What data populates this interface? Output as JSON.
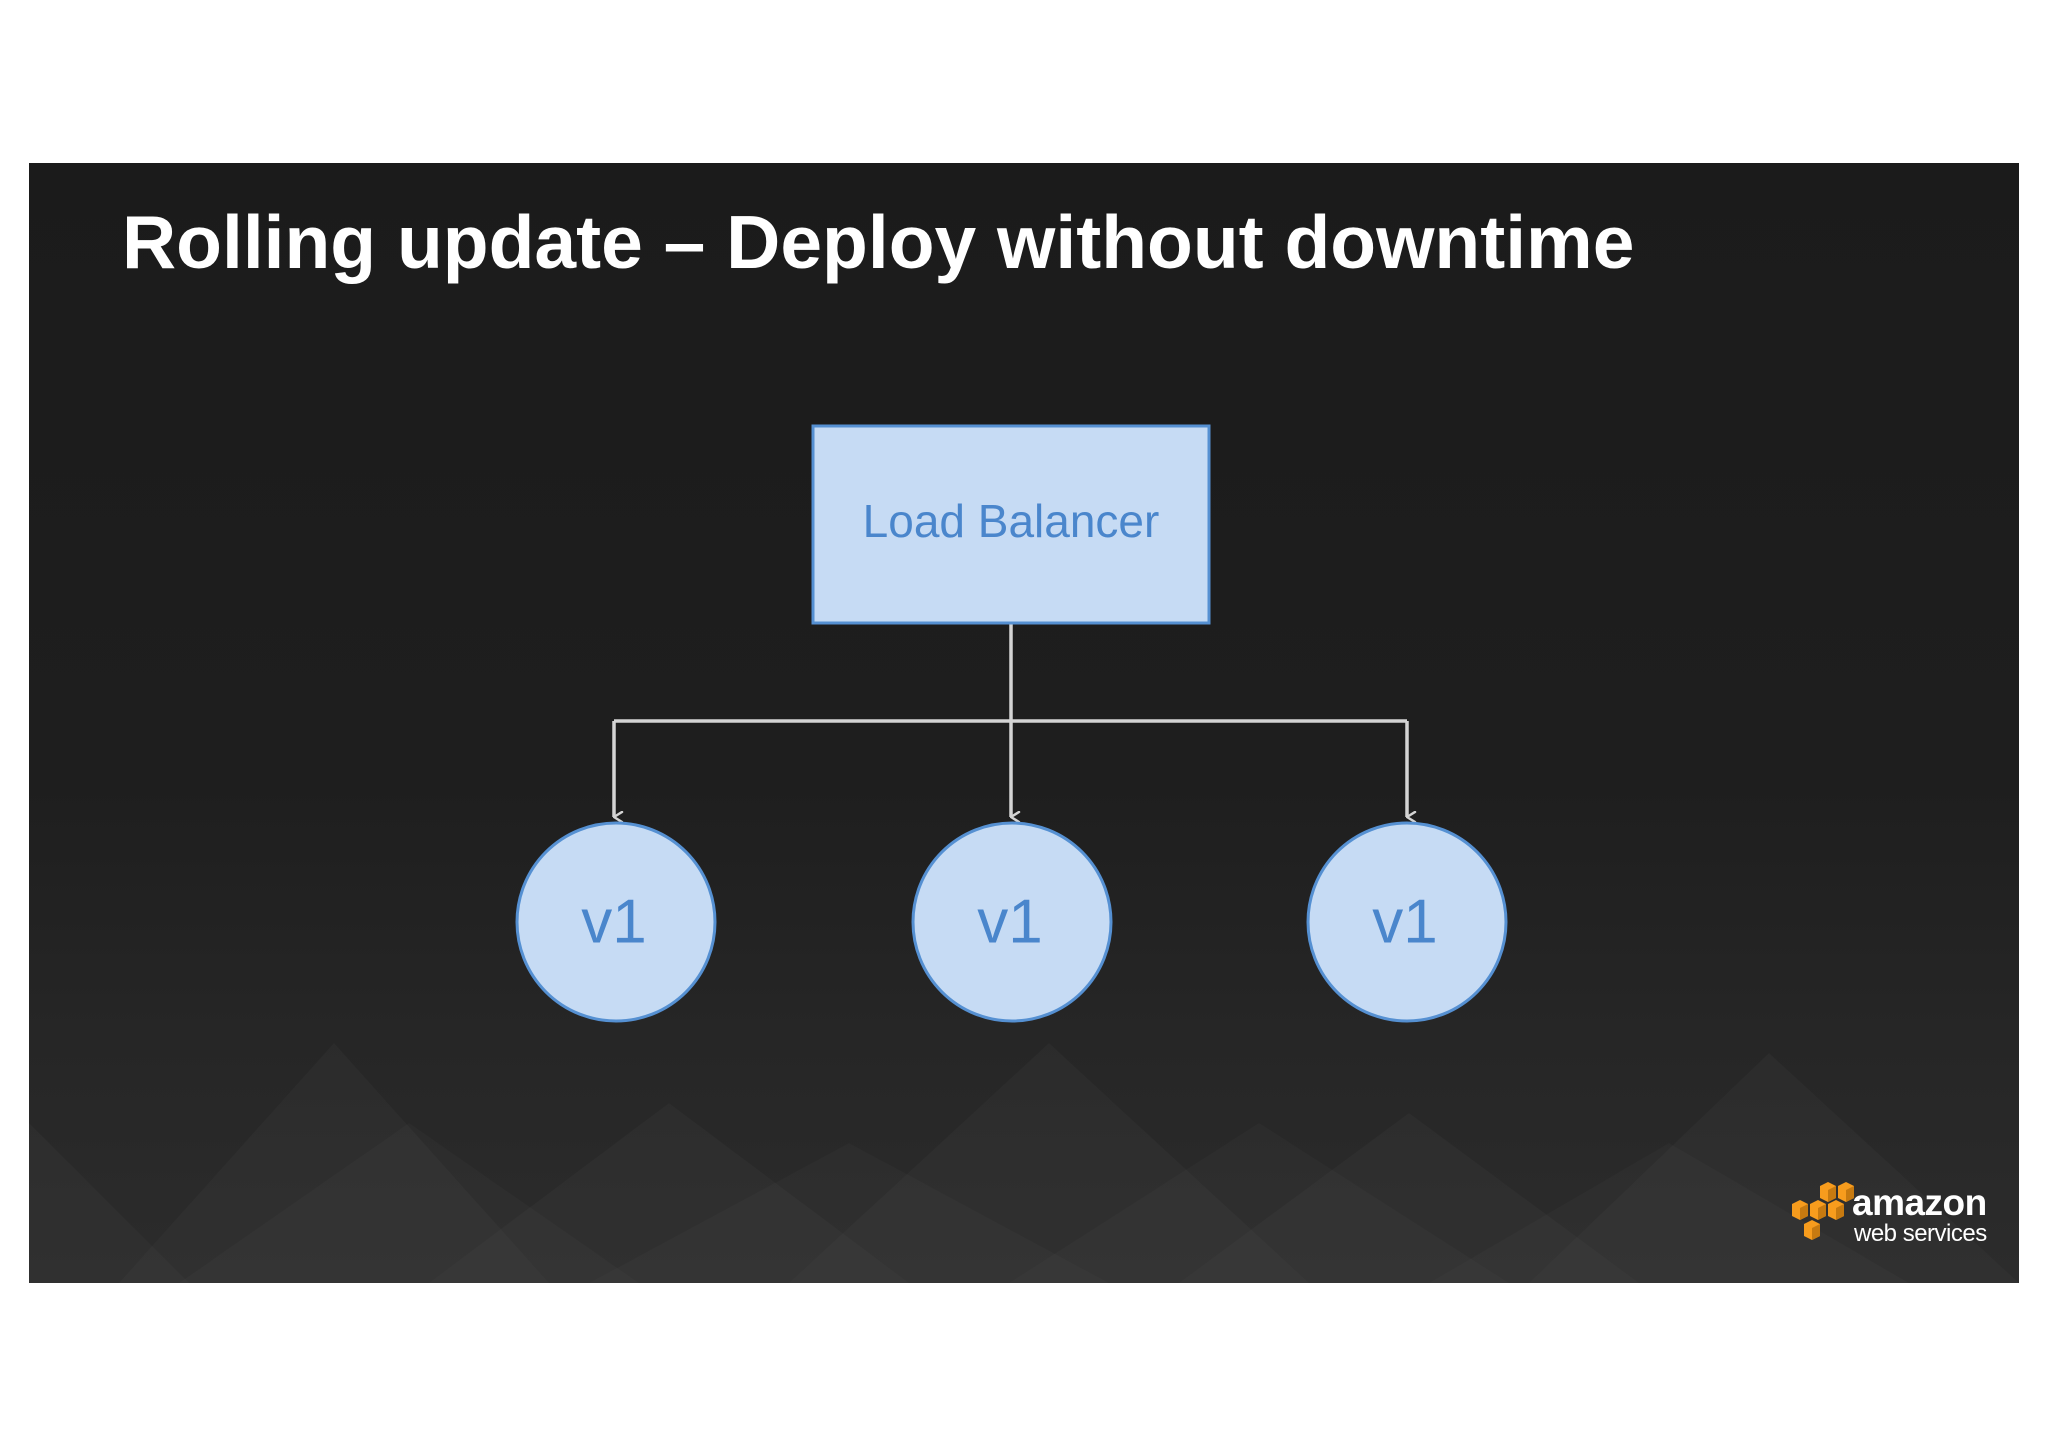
{
  "slide": {
    "title": "Rolling update – Deploy without downtime"
  },
  "diagram": {
    "load_balancer": {
      "label": "Load Balancer"
    },
    "instances": [
      {
        "label": "v1"
      },
      {
        "label": "v1"
      },
      {
        "label": "v1"
      }
    ],
    "colors": {
      "node_fill": "#c6dbf4",
      "node_border": "#5590d2",
      "node_text": "#4a86cc",
      "connector": "#d4d4d4"
    }
  },
  "logo": {
    "brand": "amazon",
    "tagline": "web services",
    "cube_color": "#f79c1d"
  }
}
